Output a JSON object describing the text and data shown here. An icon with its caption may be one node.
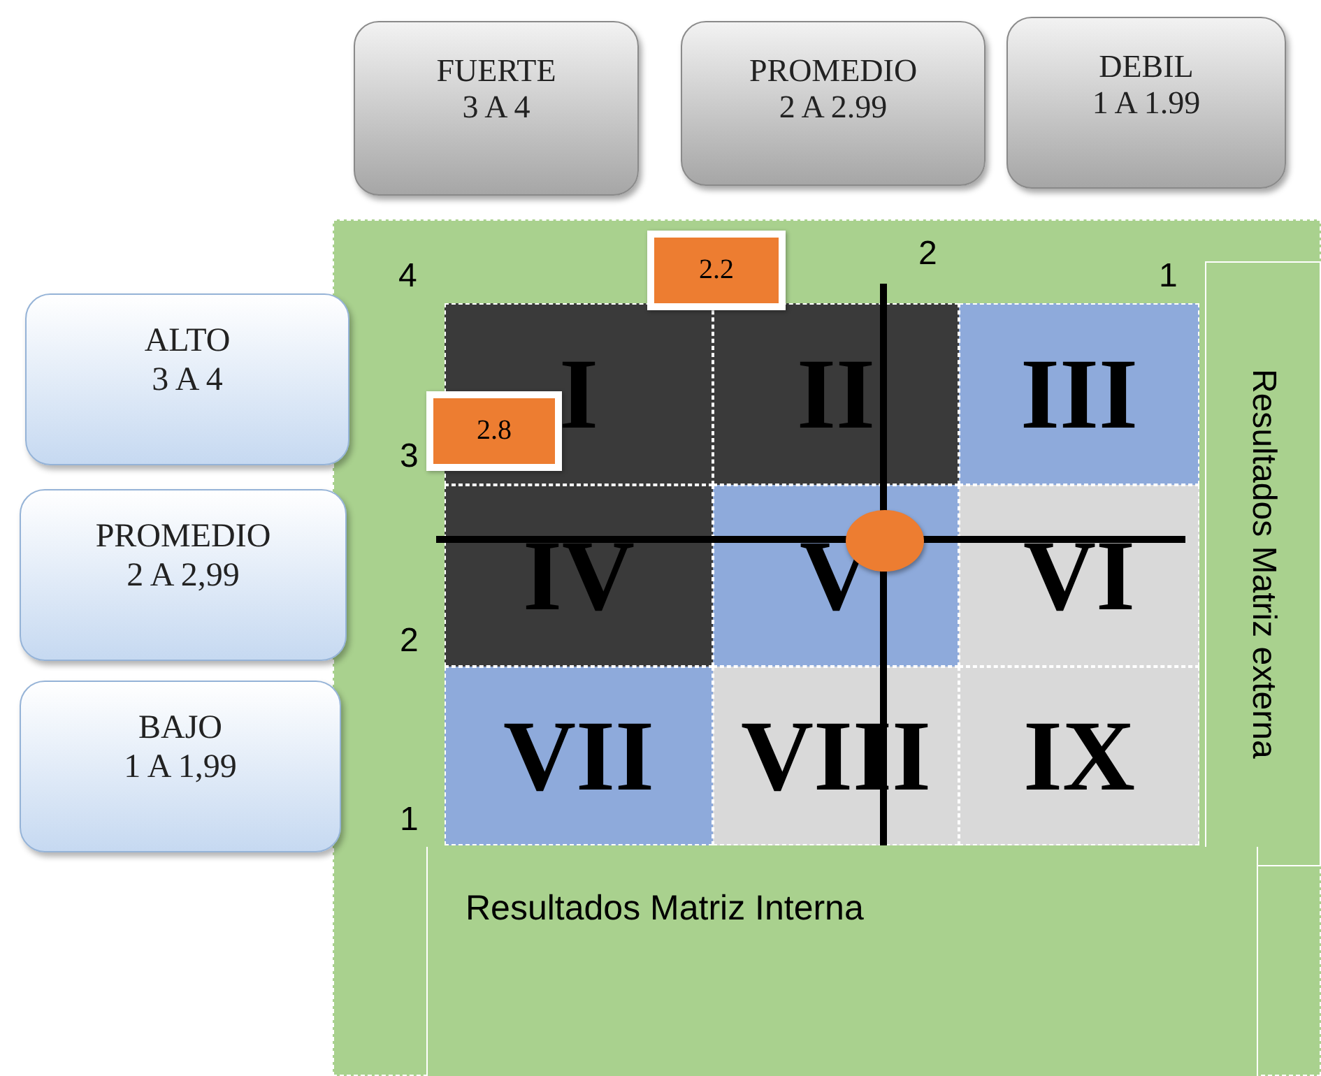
{
  "diagram": {
    "nodes": [
      {
        "text": [
          "FUERTE",
          "3 A 4"
        ]
      },
      {
        "text": [
          "PROMEDIO",
          "2 A 2.99"
        ]
      },
      {
        "text": [
          "DEBIL",
          "1 A 1.99"
        ]
      },
      {
        "text": [
          "2.2"
        ]
      },
      {
        "text": [
          "ALTO",
          "3 A 4"
        ]
      },
      {
        "text": [
          "I"
        ]
      },
      {
        "text": [
          "II"
        ]
      },
      {
        "text": [
          "III"
        ]
      },
      {
        "text": [
          "2.8"
        ]
      },
      {
        "text": [
          "PROMEDIO",
          "2 A 2,99"
        ]
      },
      {
        "text": [
          "IV"
        ]
      },
      {
        "text": [
          "V"
        ]
      },
      {
        "text": [],
        "shape": "circle",
        "in": 11
      },
      {
        "text": [
          "VI"
        ]
      },
      {
        "text": [
          "BAJO",
          "1 A 1,99"
        ]
      },
      {
        "text": [
          "VII"
        ]
      },
      {
        "text": [
          "VIII"
        ]
      },
      {
        "text": [
          "IX"
        ]
      },
      {
        "text": [
          "Resultados Matriz externa"
        ]
      },
      {
        "text": [
          "Resultados Matriz Interna"
        ]
      }
    ],
    "edges": [],
    "labels": [
      "4",
      "2",
      "1",
      "3",
      "2",
      "1"
    ]
  }
}
